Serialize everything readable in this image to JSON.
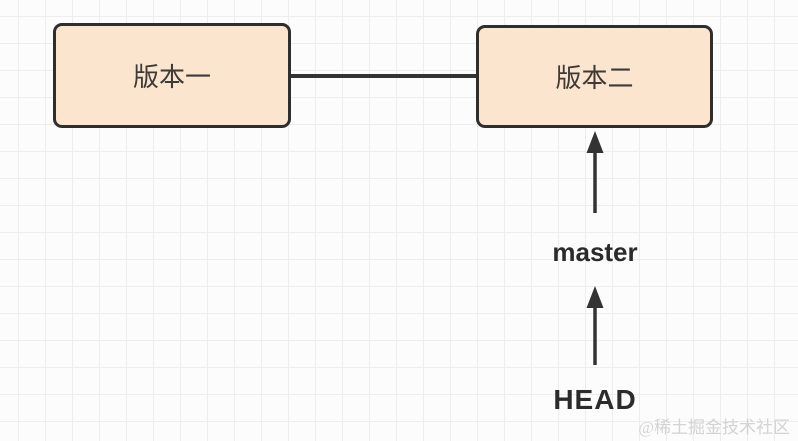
{
  "diagram": {
    "description": "git-version-pointer-diagram",
    "nodes": [
      {
        "id": "version-1",
        "label": "版本一"
      },
      {
        "id": "version-2",
        "label": "版本二"
      }
    ],
    "pointers": [
      {
        "id": "master",
        "label": "master"
      },
      {
        "id": "head",
        "label": "HEAD"
      }
    ],
    "connections": [
      {
        "from": "version-1",
        "to": "version-2",
        "style": "plain-line"
      },
      {
        "from": "master",
        "to": "version-2",
        "style": "arrow-up"
      },
      {
        "from": "HEAD",
        "to": "master",
        "style": "arrow-up"
      }
    ],
    "watermark": "@稀土掘金技术社区",
    "colors": {
      "node_fill": "#fce5cf",
      "node_border": "#2e2e2e",
      "node_text": "#3d3a37",
      "line": "#333333",
      "pointer_text": "#2b2b2b",
      "background": "#fcfcfc",
      "grid_line": "#ededed",
      "watermark_text": "#d3d3d3"
    }
  }
}
